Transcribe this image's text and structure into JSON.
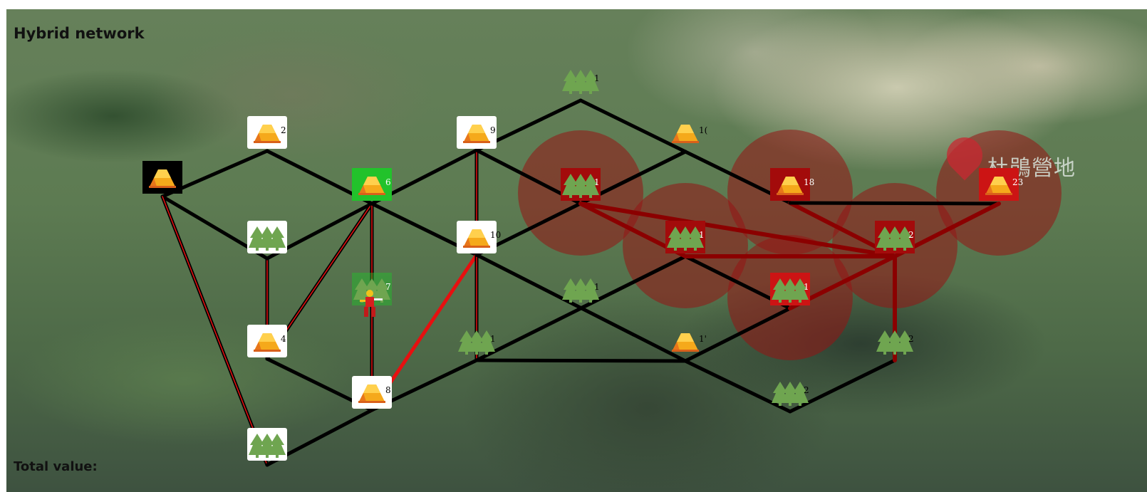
{
  "title": "Hybrid network",
  "total_label": "Total value:",
  "map_place_label": "杜鵑營地",
  "colors": {
    "edge": "#000000",
    "edge_red": "#e61010",
    "edge_darkred": "#8b0000",
    "fire_zone": "rgba(150,20,20,0.55)",
    "node_selected": "#22c22b",
    "node_burning_dark": "#a30b0b",
    "node_burning_light": "#cc1414"
  },
  "nodes": [
    {
      "id": "n1",
      "kind": "camp",
      "style": "black",
      "label": ""
    },
    {
      "id": "n2",
      "kind": "camp",
      "style": "white",
      "label": "2"
    },
    {
      "id": "n3",
      "kind": "forest",
      "style": "white",
      "label": ""
    },
    {
      "id": "n4",
      "kind": "camp",
      "style": "white",
      "label": "4"
    },
    {
      "id": "n5",
      "kind": "forest",
      "style": "white",
      "label": ""
    },
    {
      "id": "n6",
      "kind": "camp",
      "style": "green",
      "label": "6"
    },
    {
      "id": "n7",
      "kind": "forest",
      "style": "greenfaint",
      "label": "7"
    },
    {
      "id": "n8",
      "kind": "camp",
      "style": "white",
      "label": "8"
    },
    {
      "id": "n9",
      "kind": "camp",
      "style": "white",
      "label": "9"
    },
    {
      "id": "n10",
      "kind": "camp",
      "style": "white",
      "label": "10"
    },
    {
      "id": "n11",
      "kind": "forest",
      "style": "none",
      "label": "1"
    },
    {
      "id": "n12",
      "kind": "forest",
      "style": "none",
      "label": ""
    },
    {
      "id": "n13",
      "kind": "forest",
      "style": "none",
      "label": "1"
    },
    {
      "id": "n14",
      "kind": "forest",
      "style": "dred",
      "label": "1"
    },
    {
      "id": "n15",
      "kind": "forest",
      "style": "none",
      "label": "1"
    },
    {
      "id": "n16",
      "kind": "camp",
      "style": "none",
      "label": "1("
    },
    {
      "id": "n17",
      "kind": "forest",
      "style": "dred",
      "label": "1"
    },
    {
      "id": "n18",
      "kind": "camp",
      "style": "none",
      "label": "1'"
    },
    {
      "id": "n19",
      "kind": "camp",
      "style": "dred",
      "label": "18"
    },
    {
      "id": "n20",
      "kind": "forest",
      "style": "lred",
      "label": "1"
    },
    {
      "id": "n21",
      "kind": "forest",
      "style": "none",
      "label": "2"
    },
    {
      "id": "n22",
      "kind": "forest",
      "style": "dred",
      "label": "2"
    },
    {
      "id": "n23",
      "kind": "forest",
      "style": "none",
      "label": "2"
    },
    {
      "id": "n24",
      "kind": "camp",
      "style": "lred",
      "label": "23"
    }
  ],
  "edges": [
    {
      "from": "n1",
      "to": "n2",
      "state": "normal"
    },
    {
      "from": "n1",
      "to": "n3",
      "state": "normal"
    },
    {
      "from": "n1",
      "to": "n5",
      "state": "red_core"
    },
    {
      "from": "n2",
      "to": "n6",
      "state": "normal"
    },
    {
      "from": "n3",
      "to": "n4",
      "state": "red_core"
    },
    {
      "from": "n3",
      "to": "n6",
      "state": "normal"
    },
    {
      "from": "n4",
      "to": "n6",
      "state": "red_core"
    },
    {
      "from": "n4",
      "to": "n8",
      "state": "normal"
    },
    {
      "from": "n5",
      "to": "n8",
      "state": "normal"
    },
    {
      "from": "n6",
      "to": "n8",
      "state": "red_core"
    },
    {
      "from": "n6",
      "to": "n9",
      "state": "normal"
    },
    {
      "from": "n6",
      "to": "n10",
      "state": "normal"
    },
    {
      "from": "n8",
      "to": "n10",
      "state": "red"
    },
    {
      "from": "n8",
      "to": "n13",
      "state": "normal"
    },
    {
      "from": "n9",
      "to": "n11",
      "state": "normal"
    },
    {
      "from": "n9",
      "to": "n13",
      "state": "red_core"
    },
    {
      "from": "n9",
      "to": "n14",
      "state": "normal"
    },
    {
      "from": "n10",
      "to": "n16",
      "state": "normal"
    },
    {
      "from": "n10",
      "to": "n18",
      "state": "normal"
    },
    {
      "from": "n11",
      "to": "n16",
      "state": "normal"
    },
    {
      "from": "n12",
      "to": "n17",
      "state": "normal"
    },
    {
      "from": "n13",
      "to": "n17",
      "state": "normal"
    },
    {
      "from": "n13",
      "to": "n18",
      "state": "normal"
    },
    {
      "from": "n14",
      "to": "n16",
      "state": "normal"
    },
    {
      "from": "n14",
      "to": "n17",
      "state": "darkred"
    },
    {
      "from": "n14",
      "to": "n22",
      "state": "darkred"
    },
    {
      "from": "n16",
      "to": "n19",
      "state": "normal"
    },
    {
      "from": "n17",
      "to": "n20",
      "state": "normal"
    },
    {
      "from": "n17",
      "to": "n22",
      "state": "darkred"
    },
    {
      "from": "n18",
      "to": "n20",
      "state": "normal"
    },
    {
      "from": "n18",
      "to": "n21",
      "state": "normal"
    },
    {
      "from": "n19",
      "to": "n22",
      "state": "darkred"
    },
    {
      "from": "n19",
      "to": "n24",
      "state": "normal"
    },
    {
      "from": "n20",
      "to": "n22",
      "state": "darkred"
    },
    {
      "from": "n21",
      "to": "n23",
      "state": "normal"
    },
    {
      "from": "n22",
      "to": "n23",
      "state": "darkred"
    },
    {
      "from": "n22",
      "to": "n24",
      "state": "darkred"
    }
  ],
  "fire_zones": [
    "n14",
    "n17",
    "n19",
    "n20",
    "n22",
    "n24"
  ],
  "fighter": {
    "at": "n7",
    "icon": "firefighter-icon"
  }
}
